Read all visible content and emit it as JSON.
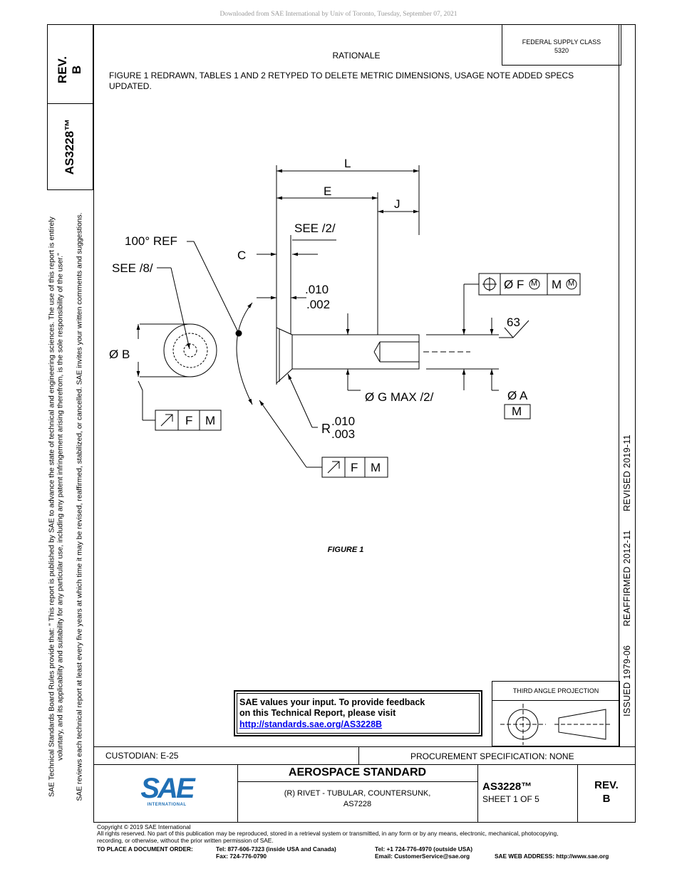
{
  "download_notice": "Downloaded from SAE International by Univ of Toronto, Tuesday, September 07, 2021",
  "left_strip": {
    "rev_label": "REV.",
    "rev_value": "B",
    "doc_number": "AS3228™"
  },
  "side_notice": {
    "line1": "SAE Technical Standards Board Rules provide that: \" This report is published by SAE to advance the state of technical and engineering sciences. The use of this report is entirely",
    "line2": "voluntary, and its applicability and suitability for any particular use, including any patent infringement arising therefrom, is the sole responsibility of the user.\"",
    "line3": "SAE reviews each technical report at least every five years at which time it may be revised, reaffirmed, stabilized, or cancelled. SAE invites your written comments and suggestions."
  },
  "right_strip": {
    "issued": "ISSUED 1979-06",
    "reaffirmed": "REAFFIRMED 2012-11",
    "revised": "REVISED 2019-11"
  },
  "federal_supply": {
    "label": "FEDERAL SUPPLY CLASS",
    "value": "5320"
  },
  "rationale": {
    "heading": "RATIONALE",
    "text": "FIGURE 1 REDRAWN, TABLES 1 AND 2 RETYPED TO DELETE METRIC DIMENSIONS, USAGE NOTE ADDED SPECS UPDATED."
  },
  "drawing": {
    "L": "L",
    "E": "E",
    "J": "J",
    "see2": "SEE /2/",
    "ref100": "100° REF",
    "C": "C",
    "see8": "SEE /8/",
    "tol_top": ".010",
    "tol_bot": ".002",
    "dia_b": "Ø B",
    "dia_g": "Ø G MAX /2/",
    "dia_a": "Ø A",
    "m_box": "M",
    "r_label": "R",
    "r_top": ".010",
    "r_bot": ".003",
    "finish": "63",
    "fcf_top": {
      "dia": "Ø F",
      "m1": "M",
      "m2": "M",
      "m3": "M"
    },
    "fcf_left": {
      "datum": "F",
      "mod": "M"
    },
    "fcf_bottom": {
      "datum": "F",
      "mod": "M"
    },
    "caption": "FIGURE 1"
  },
  "feedback": {
    "line1": "SAE values your input. To provide feedback",
    "line2": "on this Technical Report, please visit",
    "url": "http://standards.sae.org/AS3228B"
  },
  "projection": {
    "label": "THIRD ANGLE PROJECTION"
  },
  "title_block": {
    "custodian": "CUSTODIAN: E-25",
    "procurement": "PROCUREMENT SPECIFICATION: NONE",
    "heading": "AEROSPACE STANDARD",
    "title_line1": "(R) RIVET - TUBULAR, COUNTERSUNK,",
    "title_line2": "AS7228",
    "doc_number": "AS3228™",
    "sheet": "SHEET 1 OF 5",
    "rev_label": "REV.",
    "rev_value": "B",
    "logo_text": "SAE",
    "logo_sub": "INTERNATIONAL",
    "logo_color": "#1f6fb5"
  },
  "footer": {
    "copyright": "Copyright © 2019 SAE International",
    "rights1": "All rights reserved. No part of this publication may be reproduced, stored in a retrieval system or transmitted, in any form or by any means, electronic, mechanical, photocopying,",
    "rights2": "recording, or otherwise, without the prior written permission of SAE.",
    "order_label": "TO PLACE A DOCUMENT ORDER:",
    "tel_us": "Tel: 877-606-7323 (inside USA and Canada)",
    "fax": "Fax: 724-776-0790",
    "tel_out": "Tel: +1 724-776-4970 (outside USA)",
    "email": "Email: CustomerService@sae.org",
    "web": "SAE WEB ADDRESS: http://www.sae.org"
  }
}
